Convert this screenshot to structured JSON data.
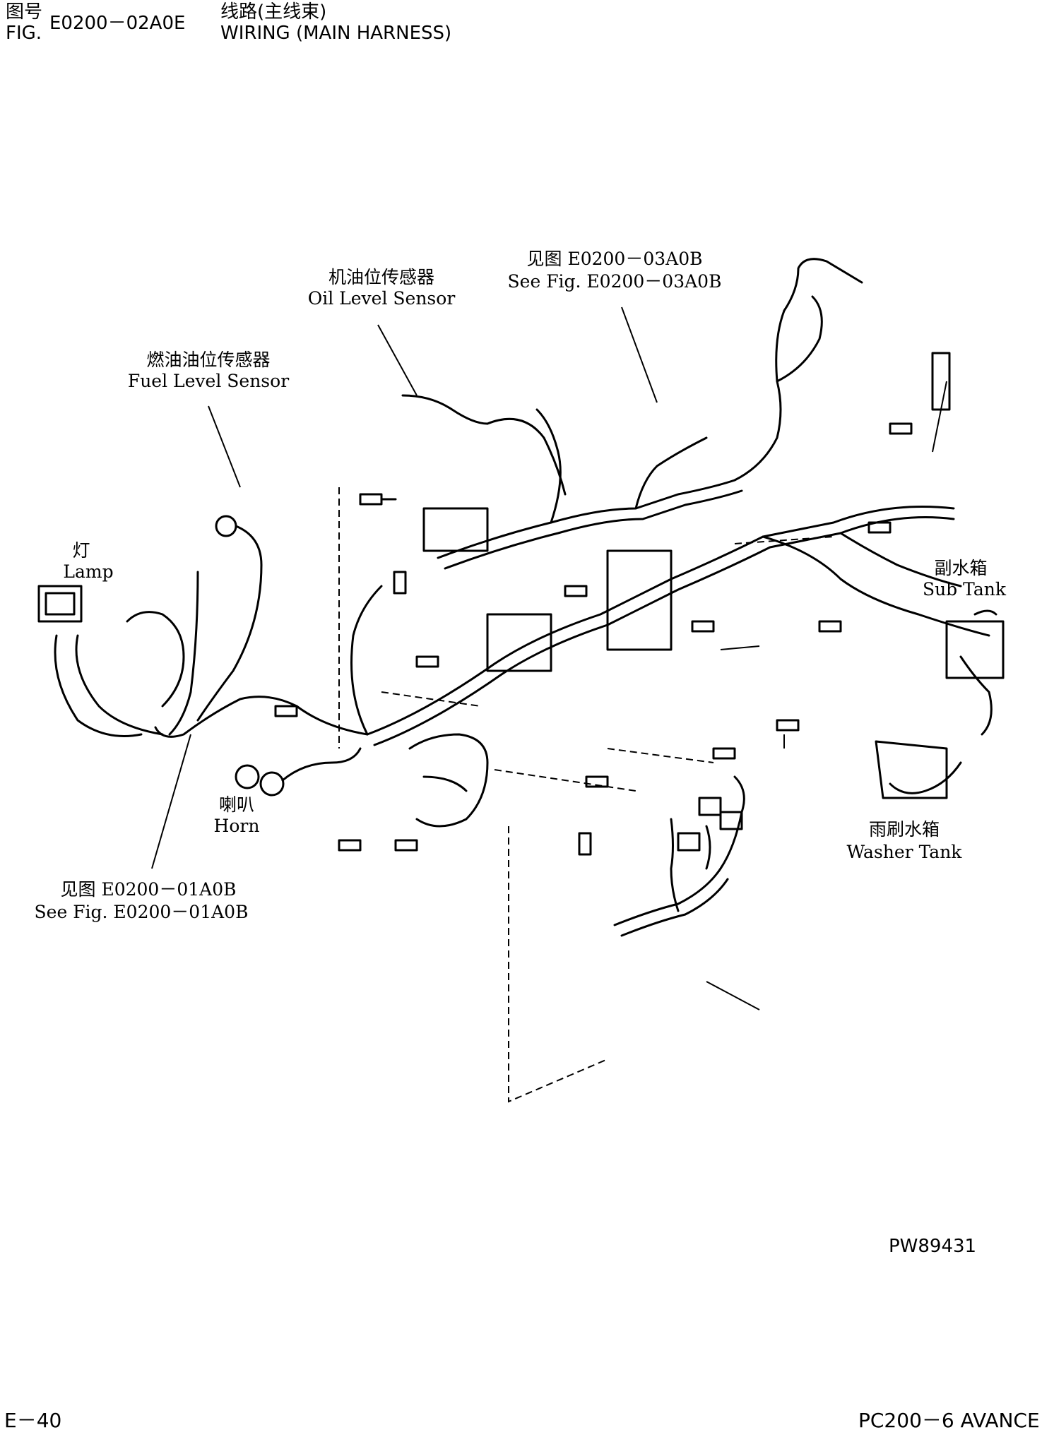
{
  "header": {
    "fig_label_cn": "图号",
    "fig_label_en": "FIG.",
    "fig_number": "E0200－02A0E",
    "title_cn": "线路(主线束)",
    "title_en": "WIRING (MAIN HARNESS)"
  },
  "callouts": {
    "oil_level_sensor": {
      "cn": "机油位传感器",
      "en": "Oil Level Sensor"
    },
    "see_fig_03": {
      "cn": "见图 E0200－03A0B",
      "en": "See Fig. E0200－03A0B"
    },
    "fuel_level_sensor": {
      "cn": "燃油油位传感器",
      "en": "Fuel Level Sensor"
    },
    "lamp": {
      "cn": "灯",
      "en": "Lamp"
    },
    "sub_tank": {
      "cn": "副水箱",
      "en": "Sub Tank"
    },
    "horn": {
      "cn": "喇叭",
      "en": "Horn"
    },
    "washer_tank": {
      "cn": "雨刷水箱",
      "en": "Washer Tank"
    },
    "see_fig_01": {
      "cn": "见图 E0200－01A0B",
      "en": "See Fig. E0200－01A0B"
    }
  },
  "drawing_code": "PW89431",
  "footer": {
    "page": "E－40",
    "model": "PC200－6 AVANCE"
  }
}
